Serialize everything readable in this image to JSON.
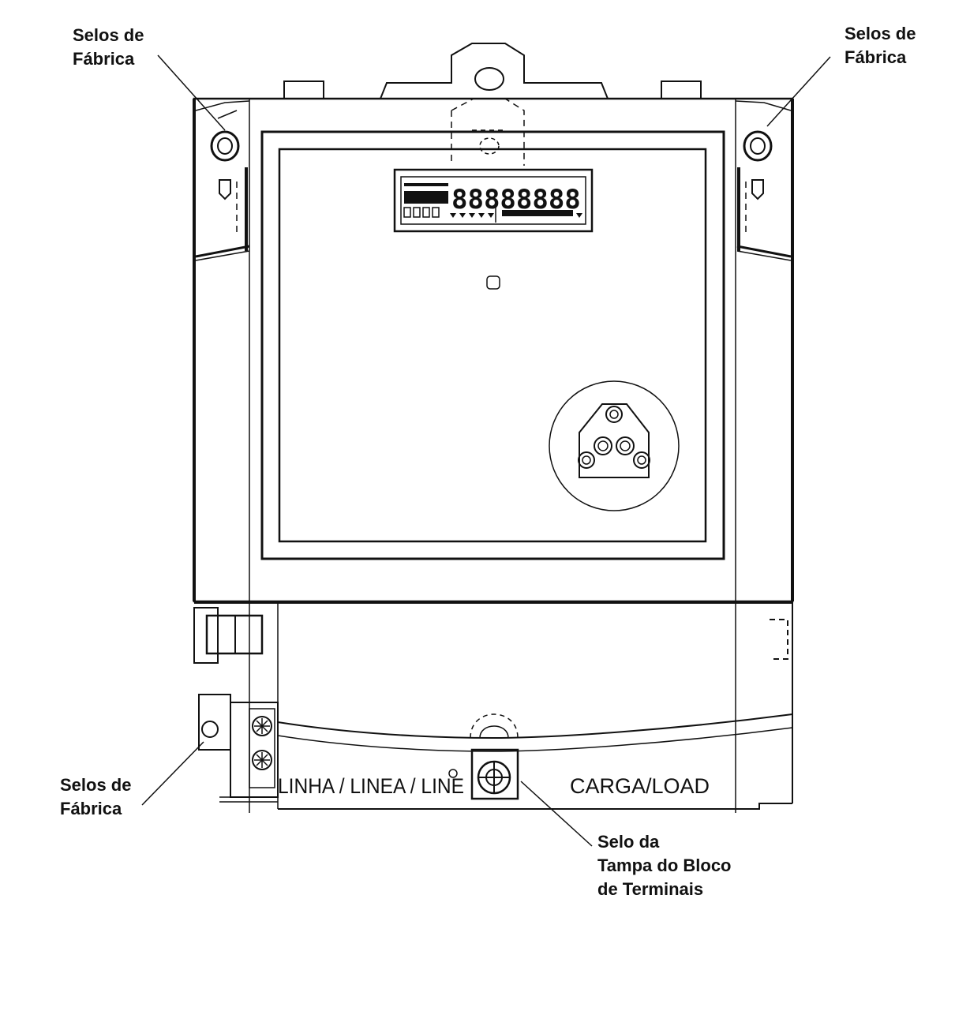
{
  "callouts": {
    "top_left": {
      "line1": "Selos de",
      "line2": "Fábrica"
    },
    "top_right": {
      "line1": "Selos de",
      "line2": "Fábrica"
    },
    "bottom_left": {
      "line1": "Selos de",
      "line2": "Fábrica"
    },
    "terminal_cover": {
      "line1": "Selo da",
      "line2": "Tampa do Bloco",
      "line3": "de Terminais"
    }
  },
  "terminal_labels": {
    "line": "LINHA / LINEA / LINE",
    "load": "CARGA/LOAD"
  },
  "lcd": {
    "digits": "88888888"
  }
}
